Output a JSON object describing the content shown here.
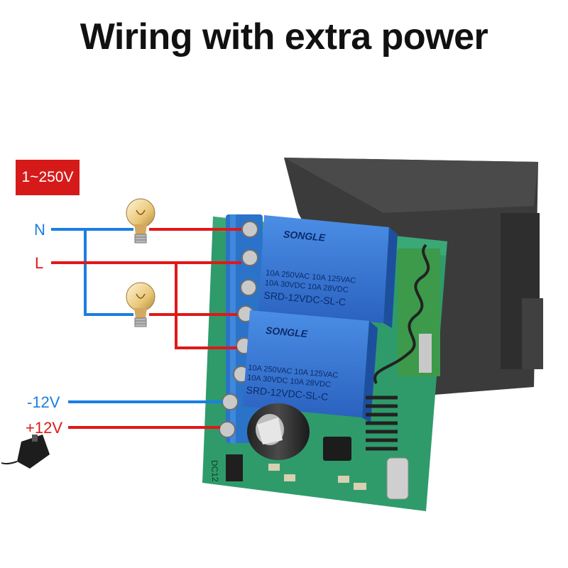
{
  "title": "Wiring with extra power",
  "voltage_badge": "1~250V",
  "wire_labels": {
    "neutral": "N",
    "live": "L",
    "neg_12v": "-12V",
    "pos_12v": "+12V"
  },
  "relays": [
    {
      "brand": "SONGLE",
      "rating_line1": "10A 250VAC  10A 125VAC",
      "rating_line2": "10A  30VDC  10A  28VDC",
      "model": "SRD-12VDC-SL-C"
    },
    {
      "brand": "SONGLE",
      "rating_line1": "10A 250VAC  10A 125VAC",
      "rating_line2": "10A  30VDC  10A  28VDC",
      "model": "SRD-12VDC-SL-C"
    }
  ],
  "board_label": "DC12",
  "colors": {
    "neutral_wire": "#1a7fe0",
    "live_wire": "#e01818",
    "badge": "#d61a1a",
    "pcb": "#2e9a6a",
    "relay": "#2f6fd0",
    "terminal": "#2a73c9",
    "enclosure": "#3a3a3a"
  },
  "icons": [
    "light-bulb-icon",
    "power-adapter-icon"
  ]
}
